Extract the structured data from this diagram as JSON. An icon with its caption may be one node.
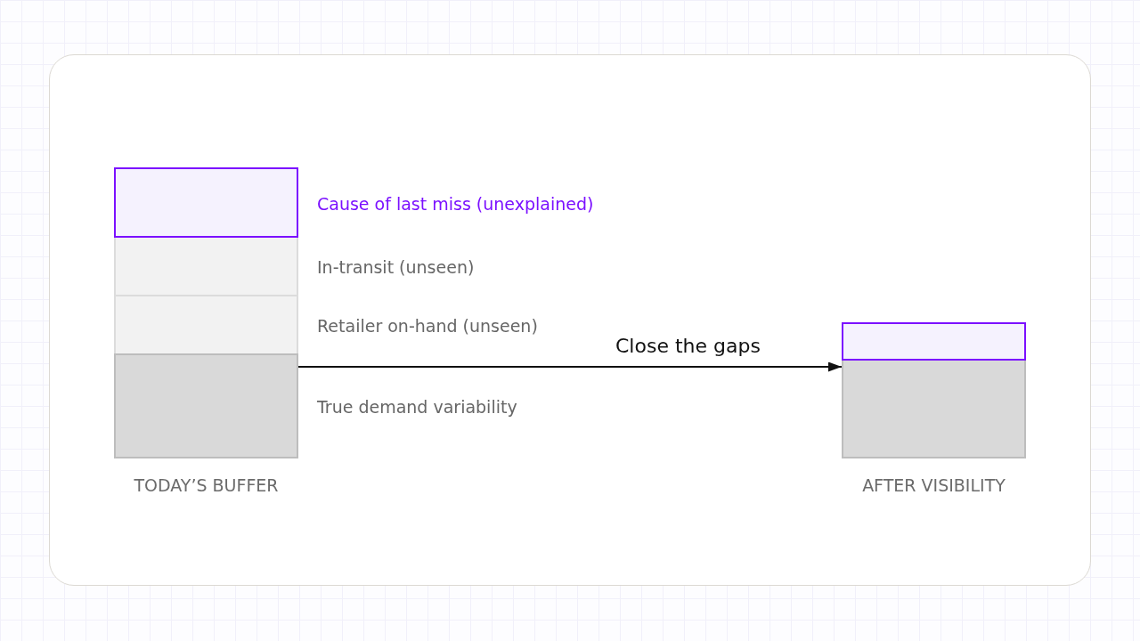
{
  "diagram": {
    "nodes": [
      {
        "text": [
          "TODAY’S BUFFER"
        ]
      },
      {
        "text": [],
        "shape": "bar",
        "in": 0,
        "beside": [
          "Cause of last miss (unexplained)"
        ]
      },
      {
        "text": [],
        "shape": "bar",
        "in": 0,
        "beside": [
          "In-transit (unseen)"
        ]
      },
      {
        "text": [],
        "shape": "bar",
        "in": 0,
        "beside": [
          "Retailer on-hand (unseen)"
        ]
      },
      {
        "text": [],
        "shape": "bar",
        "in": 0,
        "beside": [
          "True demand variability"
        ]
      },
      {
        "text": [
          "AFTER VISIBILITY"
        ]
      },
      {
        "text": [],
        "shape": "bar",
        "in": 5
      },
      {
        "text": [],
        "shape": "bar",
        "in": 5
      }
    ],
    "edges": [
      {
        "from": 0,
        "to": 5,
        "arrow": "to",
        "label": "Close the gaps"
      }
    ]
  }
}
